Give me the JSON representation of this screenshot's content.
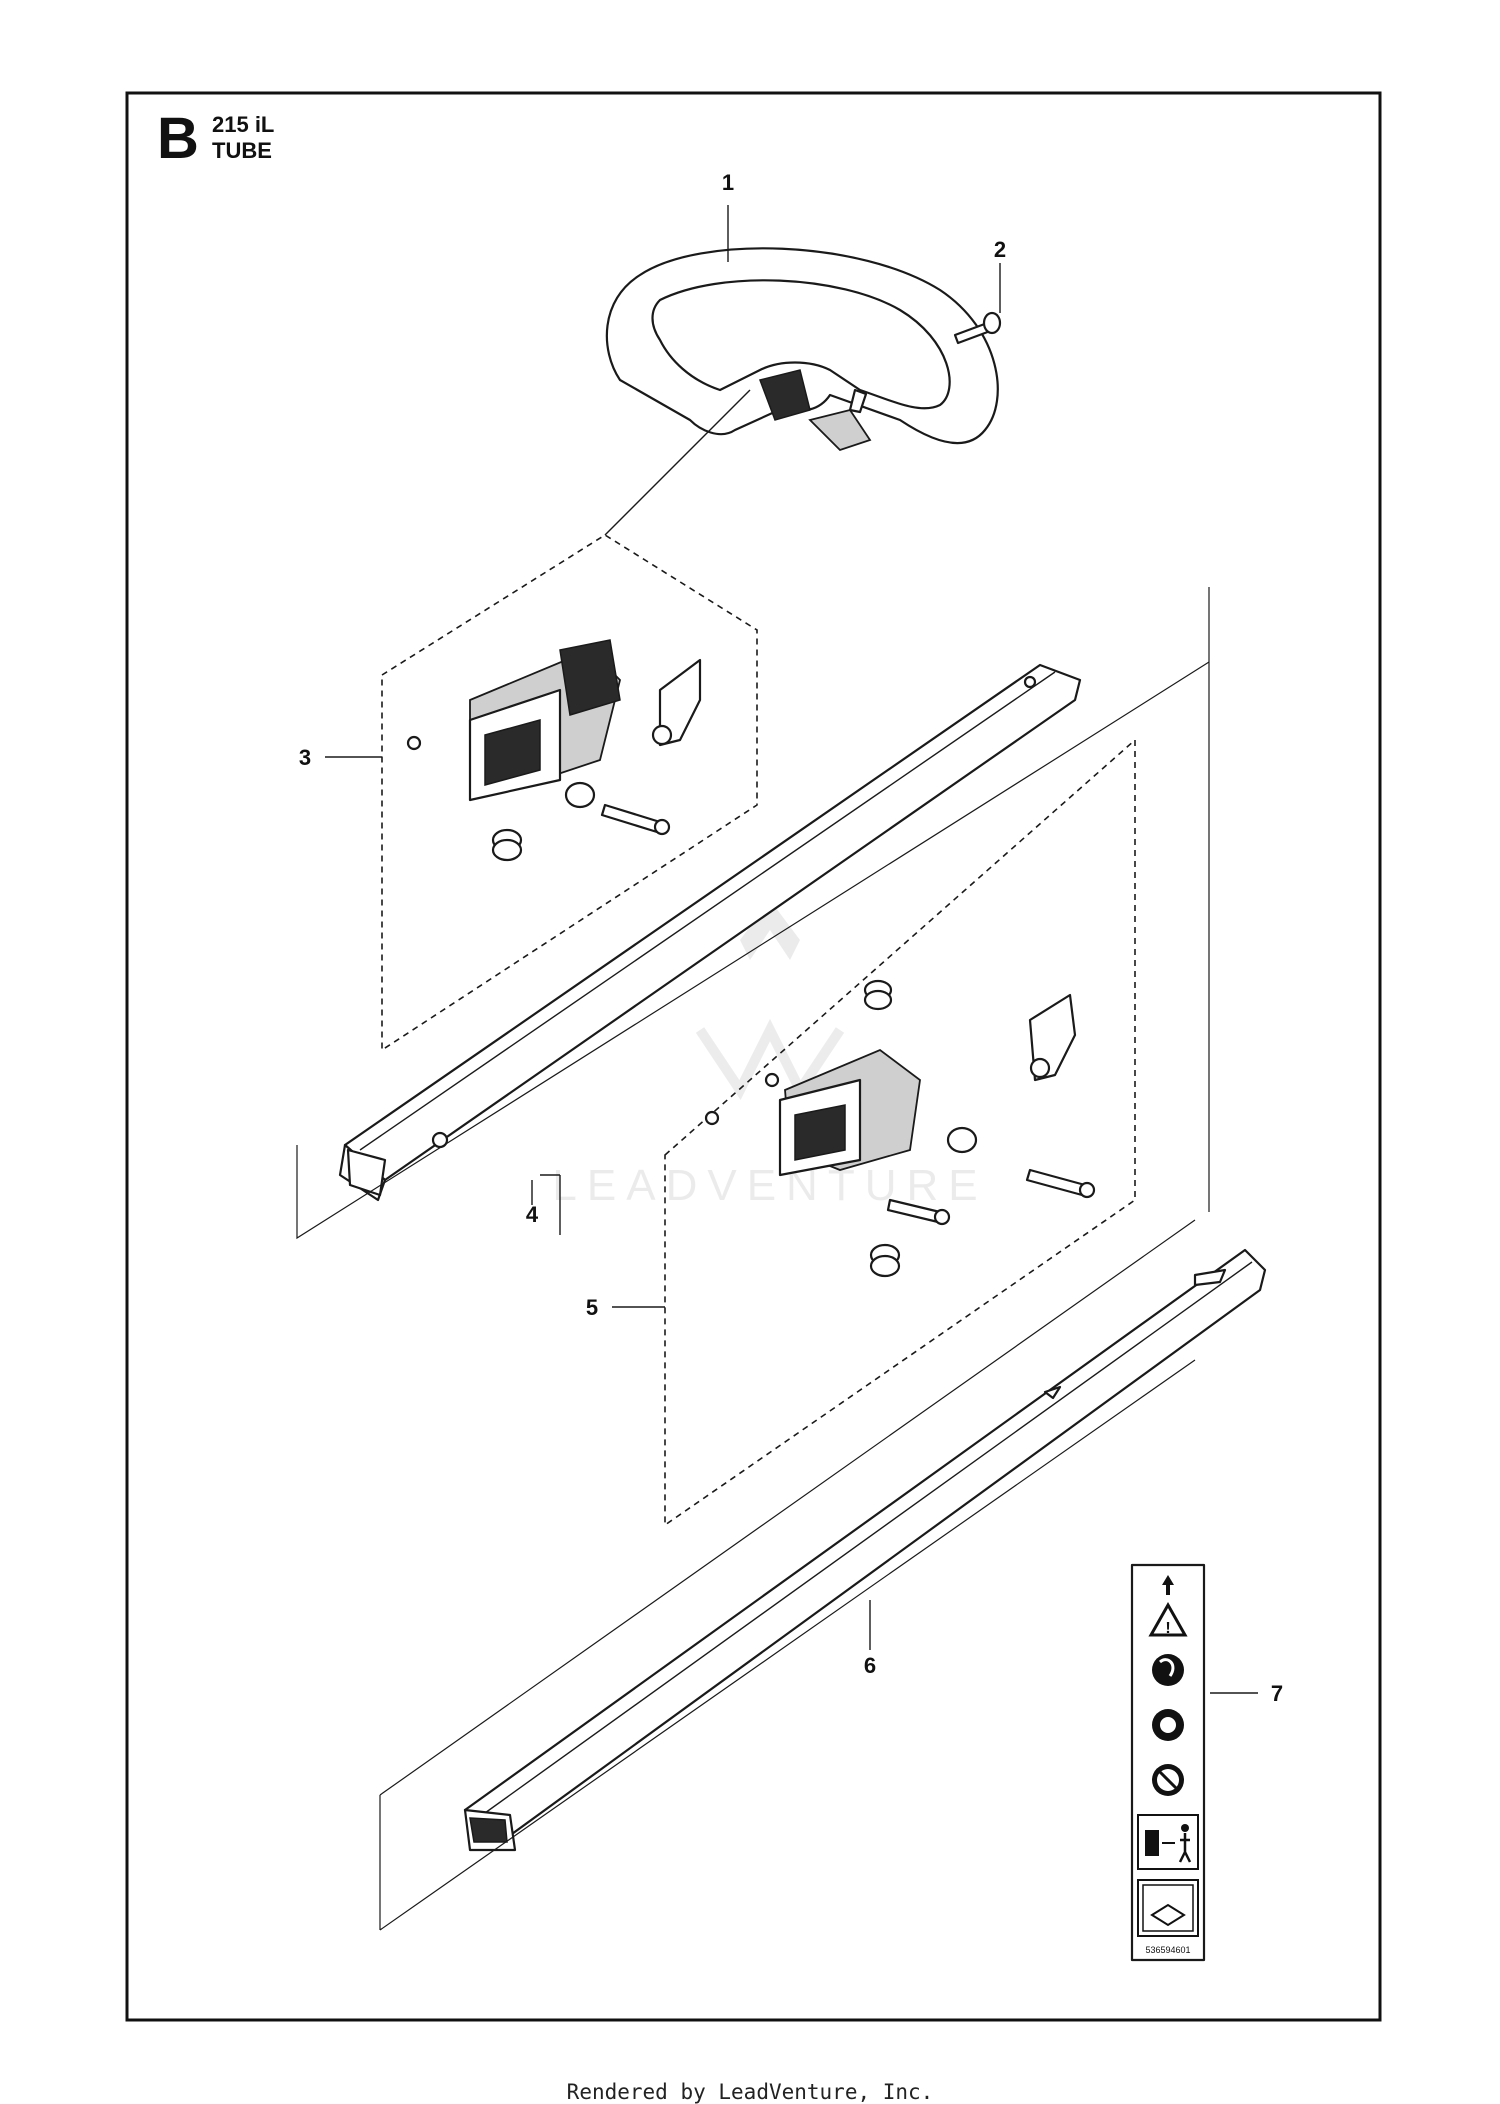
{
  "header": {
    "section_letter": "B",
    "model": "215 iL",
    "group": "TUBE"
  },
  "callouts": [
    "1",
    "2",
    "3",
    "4",
    "5",
    "6",
    "7"
  ],
  "watermark": "LEADVENTURE",
  "decal": {
    "part_number": "536594601",
    "icons": [
      "arrow-up-icon",
      "warning-triangle-icon",
      "ear-protection-icon",
      "helmet-icon",
      "no-glove-icon",
      "distance-icon",
      "read-manual-icon"
    ]
  },
  "footer": "Rendered by LeadVenture, Inc."
}
